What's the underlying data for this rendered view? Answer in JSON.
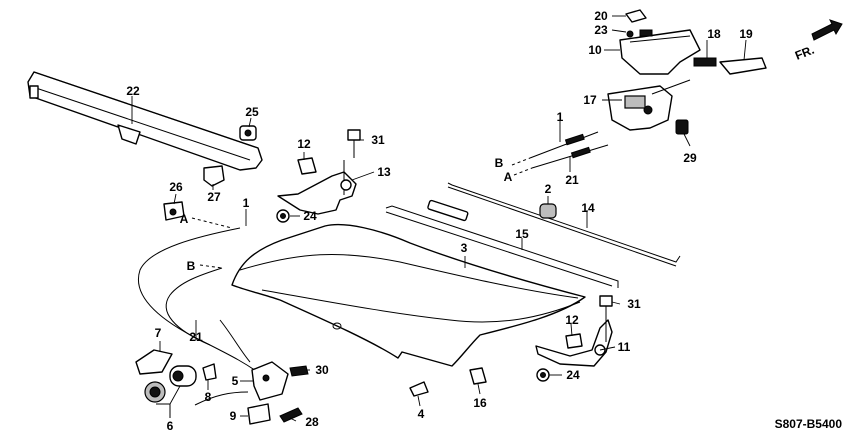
{
  "diagram": {
    "direction_label": "FR.",
    "code_label": "S807-B5400",
    "callouts": [
      {
        "id": "c1a",
        "text": "1"
      },
      {
        "id": "c1b",
        "text": "1"
      },
      {
        "id": "c2",
        "text": "2"
      },
      {
        "id": "c3",
        "text": "3"
      },
      {
        "id": "c4",
        "text": "4"
      },
      {
        "id": "c5",
        "text": "5"
      },
      {
        "id": "c6",
        "text": "6"
      },
      {
        "id": "c7",
        "text": "7"
      },
      {
        "id": "c8",
        "text": "8"
      },
      {
        "id": "c9",
        "text": "9"
      },
      {
        "id": "c10",
        "text": "10"
      },
      {
        "id": "c11",
        "text": "11"
      },
      {
        "id": "c12a",
        "text": "12"
      },
      {
        "id": "c12b",
        "text": "12"
      },
      {
        "id": "c13",
        "text": "13"
      },
      {
        "id": "c14",
        "text": "14"
      },
      {
        "id": "c15",
        "text": "15"
      },
      {
        "id": "c16",
        "text": "16"
      },
      {
        "id": "c17",
        "text": "17"
      },
      {
        "id": "c18",
        "text": "18"
      },
      {
        "id": "c19",
        "text": "19"
      },
      {
        "id": "c20",
        "text": "20"
      },
      {
        "id": "c21a",
        "text": "21"
      },
      {
        "id": "c21b",
        "text": "21"
      },
      {
        "id": "c22",
        "text": "22"
      },
      {
        "id": "c23",
        "text": "23"
      },
      {
        "id": "c24a",
        "text": "24"
      },
      {
        "id": "c24b",
        "text": "24"
      },
      {
        "id": "c25",
        "text": "25"
      },
      {
        "id": "c26",
        "text": "26"
      },
      {
        "id": "c27",
        "text": "27"
      },
      {
        "id": "c28",
        "text": "28"
      },
      {
        "id": "c29",
        "text": "29"
      },
      {
        "id": "c30",
        "text": "30"
      },
      {
        "id": "c31a",
        "text": "31"
      },
      {
        "id": "c31b",
        "text": "31"
      }
    ],
    "cable_refs": [
      {
        "id": "rA1",
        "text": "A"
      },
      {
        "id": "rB1",
        "text": "B"
      },
      {
        "id": "rA2",
        "text": "A"
      },
      {
        "id": "rB2",
        "text": "B"
      }
    ]
  }
}
